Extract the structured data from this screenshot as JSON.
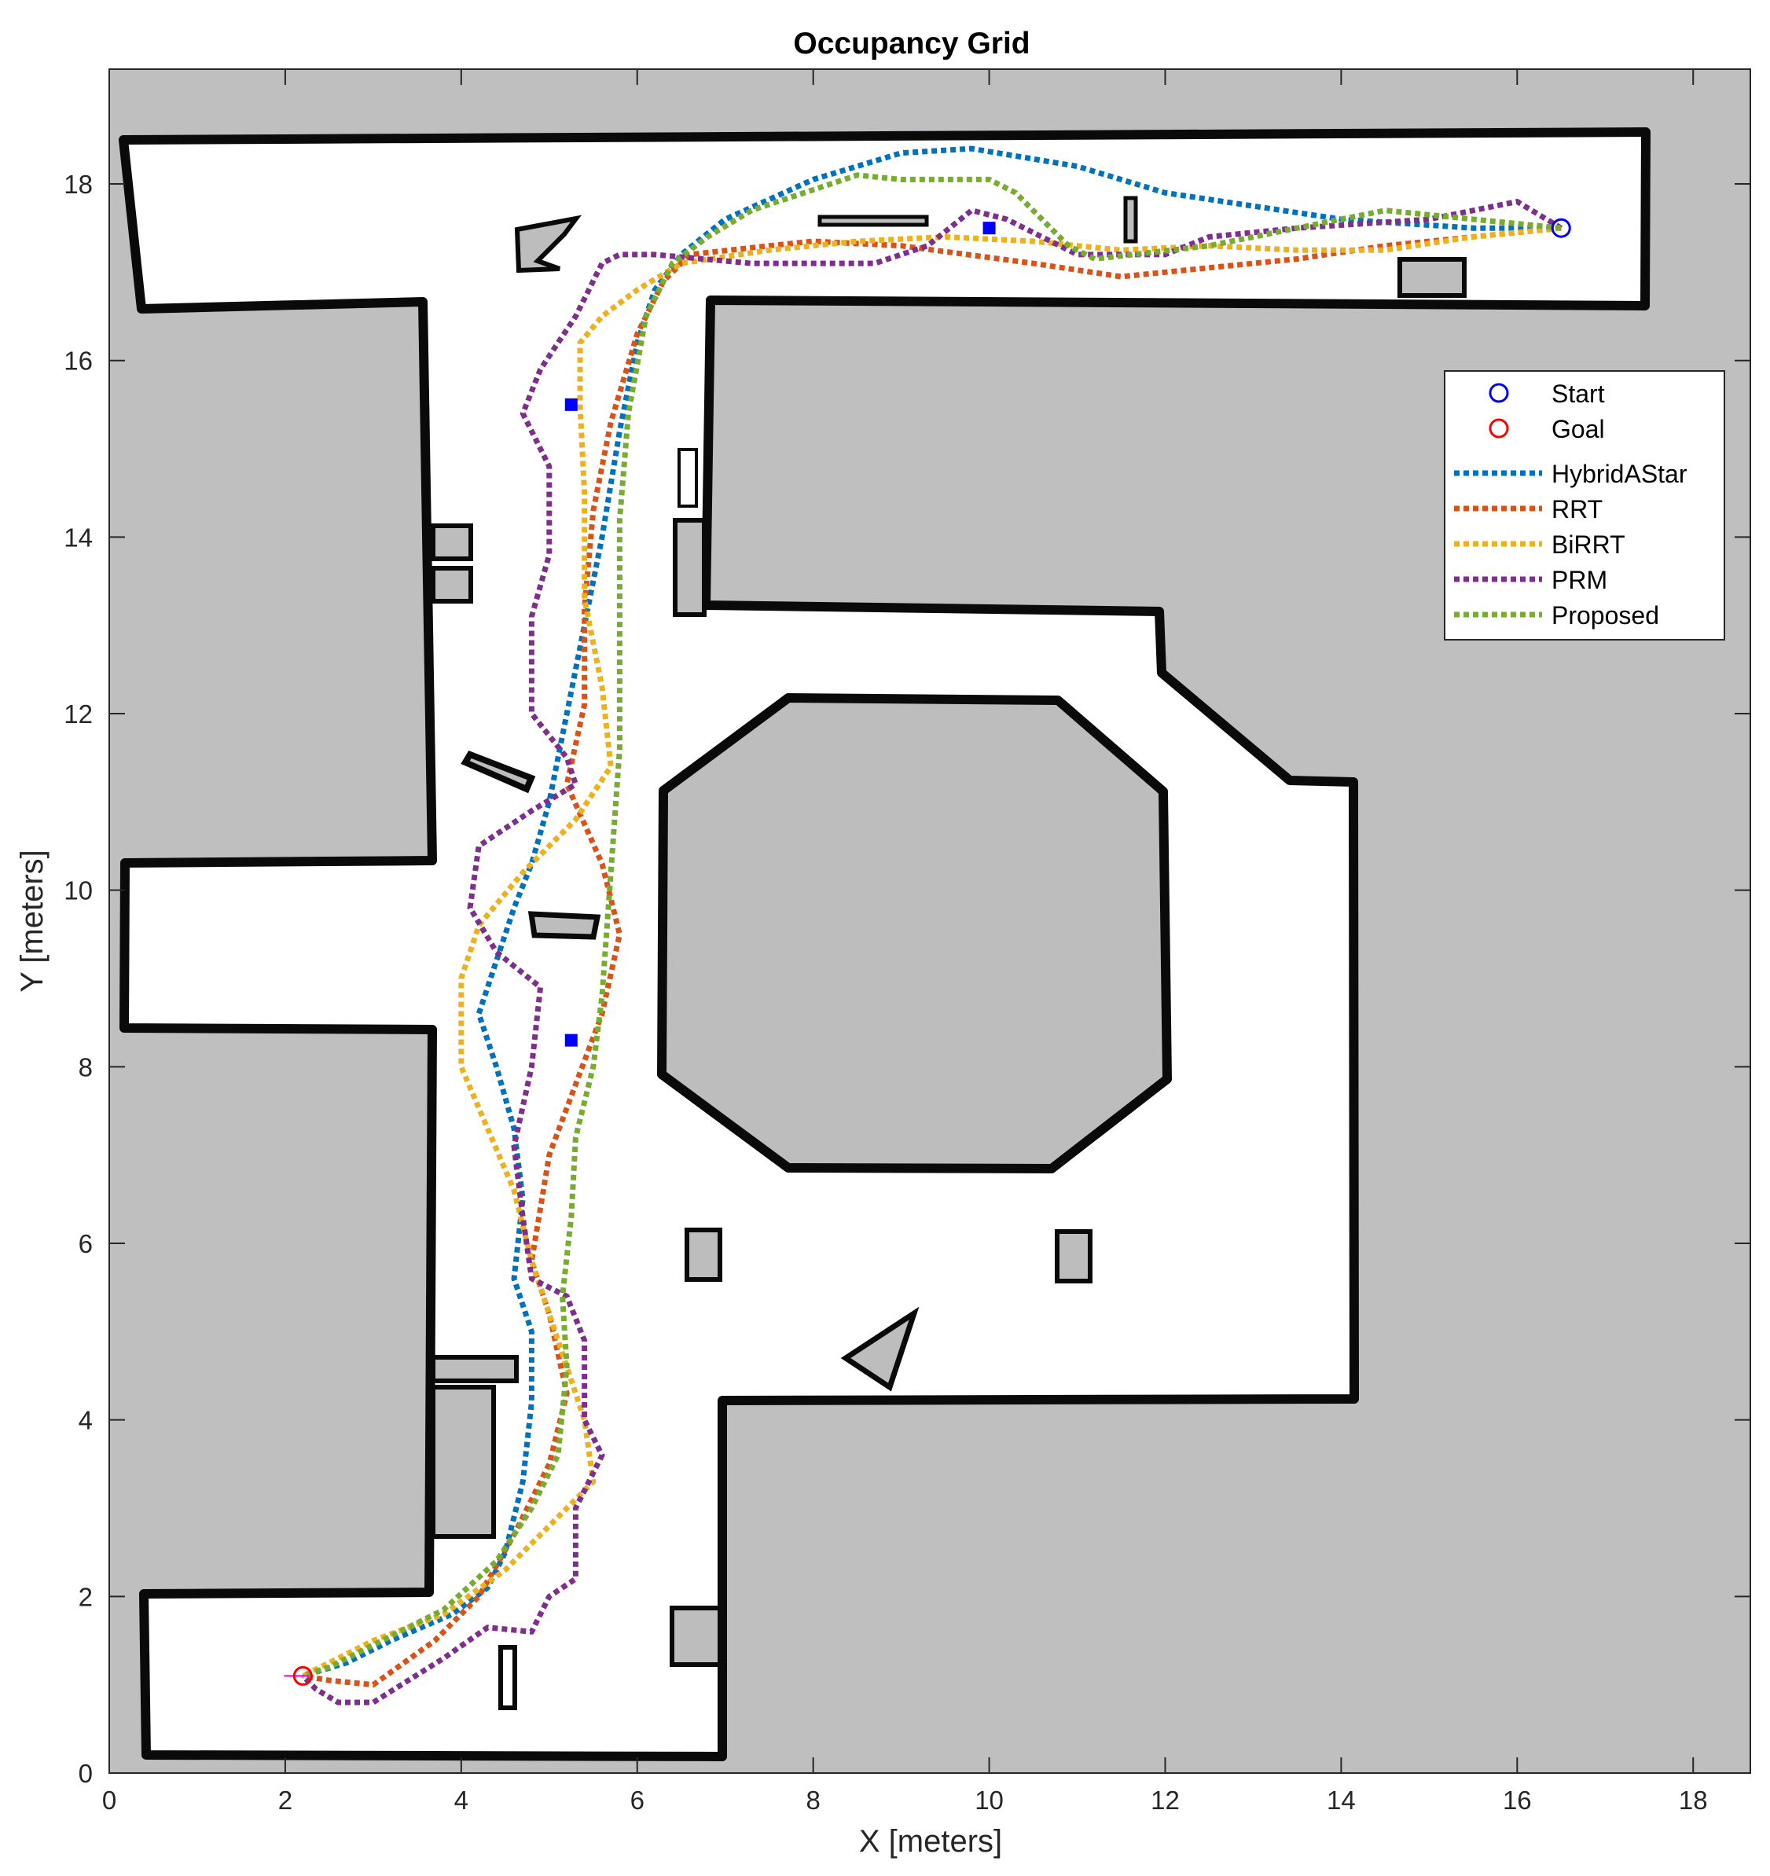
{
  "chart_data": {
    "type": "line",
    "title": "Occupancy Grid",
    "xlabel": "X [meters]",
    "ylabel": "Y [meters]",
    "xlim": [
      0,
      18.65
    ],
    "ylim": [
      0,
      19.3
    ],
    "xticks": [
      0,
      2,
      4,
      6,
      8,
      10,
      12,
      14,
      16,
      18
    ],
    "yticks": [
      0,
      2,
      4,
      6,
      8,
      10,
      12,
      14,
      16,
      18
    ],
    "grid": false,
    "legend_position": "top-right",
    "colors": {
      "free_space": "#ffffff",
      "unknown_space": "#bfbfbf",
      "wall": "#0a0a0a",
      "obstacle_fill": "#bdbdbd",
      "start": "#0000ff",
      "goal": "#ff0000",
      "waypoint": "#0000ff"
    },
    "markers": [
      {
        "name": "Start",
        "x": 16.5,
        "y": 17.5,
        "color": "#0000ff",
        "shape": "circle"
      },
      {
        "name": "Goal",
        "x": 2.2,
        "y": 1.1,
        "color": "#ff0000",
        "shape": "circle"
      }
    ],
    "waypoints": [
      {
        "x": 5.25,
        "y": 15.5
      },
      {
        "x": 10.0,
        "y": 17.5
      },
      {
        "x": 5.25,
        "y": 8.3
      }
    ],
    "series": [
      {
        "name": "HybridAStar",
        "color": "#0072bd",
        "points": [
          [
            16.5,
            17.5
          ],
          [
            15.5,
            17.5
          ],
          [
            14.0,
            17.6
          ],
          [
            12.0,
            17.9
          ],
          [
            11.0,
            18.2
          ],
          [
            9.8,
            18.4
          ],
          [
            9.0,
            18.35
          ],
          [
            8.0,
            18.05
          ],
          [
            7.0,
            17.6
          ],
          [
            6.5,
            17.2
          ],
          [
            6.2,
            16.8
          ],
          [
            6.0,
            16.2
          ],
          [
            5.8,
            15.2
          ],
          [
            5.6,
            14.0
          ],
          [
            5.4,
            13.0
          ],
          [
            5.2,
            12.0
          ],
          [
            5.0,
            11.0
          ],
          [
            4.8,
            10.3
          ],
          [
            4.6,
            9.8
          ],
          [
            4.4,
            9.2
          ],
          [
            4.2,
            8.6
          ],
          [
            4.4,
            8.0
          ],
          [
            4.6,
            7.3
          ],
          [
            4.7,
            6.5
          ],
          [
            4.6,
            5.6
          ],
          [
            4.8,
            5.0
          ],
          [
            4.8,
            4.2
          ],
          [
            4.7,
            3.3
          ],
          [
            4.5,
            2.5
          ],
          [
            4.3,
            2.1
          ],
          [
            3.9,
            1.8
          ],
          [
            3.2,
            1.5
          ],
          [
            2.7,
            1.25
          ],
          [
            2.2,
            1.1
          ]
        ]
      },
      {
        "name": "RRT",
        "color": "#d95319",
        "points": [
          [
            16.5,
            17.5
          ],
          [
            15.5,
            17.4
          ],
          [
            14.5,
            17.3
          ],
          [
            13.5,
            17.15
          ],
          [
            12.5,
            17.05
          ],
          [
            11.5,
            16.95
          ],
          [
            10.5,
            17.1
          ],
          [
            9.0,
            17.3
          ],
          [
            8.0,
            17.35
          ],
          [
            7.5,
            17.3
          ],
          [
            6.6,
            17.2
          ],
          [
            6.3,
            16.9
          ],
          [
            6.0,
            16.3
          ],
          [
            5.7,
            15.3
          ],
          [
            5.5,
            14.3
          ],
          [
            5.4,
            13.2
          ],
          [
            5.4,
            12.1
          ],
          [
            5.2,
            11.2
          ],
          [
            5.6,
            10.3
          ],
          [
            5.8,
            9.5
          ],
          [
            5.6,
            8.6
          ],
          [
            5.3,
            7.8
          ],
          [
            5.0,
            7.0
          ],
          [
            4.9,
            6.4
          ],
          [
            4.8,
            5.8
          ],
          [
            5.0,
            5.2
          ],
          [
            5.2,
            4.3
          ],
          [
            5.0,
            3.5
          ],
          [
            4.6,
            2.7
          ],
          [
            4.2,
            2.0
          ],
          [
            3.7,
            1.5
          ],
          [
            3.0,
            1.0
          ],
          [
            2.5,
            1.05
          ],
          [
            2.2,
            1.1
          ]
        ]
      },
      {
        "name": "BiRRT",
        "color": "#edb120",
        "points": [
          [
            16.5,
            17.5
          ],
          [
            15.5,
            17.4
          ],
          [
            14.5,
            17.25
          ],
          [
            13.5,
            17.25
          ],
          [
            12.5,
            17.3
          ],
          [
            11.5,
            17.25
          ],
          [
            10.5,
            17.35
          ],
          [
            9.5,
            17.4
          ],
          [
            8.5,
            17.35
          ],
          [
            7.5,
            17.25
          ],
          [
            6.5,
            17.1
          ],
          [
            6.0,
            16.8
          ],
          [
            5.6,
            16.5
          ],
          [
            5.35,
            16.2
          ],
          [
            5.35,
            15.5
          ],
          [
            5.4,
            14.5
          ],
          [
            5.4,
            13.3
          ],
          [
            5.6,
            12.3
          ],
          [
            5.7,
            11.4
          ],
          [
            5.3,
            10.8
          ],
          [
            4.7,
            10.2
          ],
          [
            4.2,
            9.6
          ],
          [
            4.0,
            9.0
          ],
          [
            4.0,
            8.0
          ],
          [
            4.3,
            7.3
          ],
          [
            4.6,
            6.6
          ],
          [
            4.8,
            5.8
          ],
          [
            5.0,
            5.2
          ],
          [
            5.2,
            4.6
          ],
          [
            5.4,
            4.0
          ],
          [
            5.5,
            3.3
          ],
          [
            5.0,
            2.8
          ],
          [
            4.5,
            2.3
          ],
          [
            3.8,
            1.8
          ],
          [
            3.0,
            1.5
          ],
          [
            2.5,
            1.25
          ],
          [
            2.2,
            1.1
          ]
        ]
      },
      {
        "name": "PRM",
        "color": "#7e2f8e",
        "points": [
          [
            16.5,
            17.5
          ],
          [
            16.0,
            17.8
          ],
          [
            15.0,
            17.6
          ],
          [
            13.5,
            17.5
          ],
          [
            12.5,
            17.4
          ],
          [
            12.0,
            17.2
          ],
          [
            11.0,
            17.2
          ],
          [
            10.6,
            17.4
          ],
          [
            10.2,
            17.6
          ],
          [
            9.8,
            17.7
          ],
          [
            9.3,
            17.3
          ],
          [
            8.7,
            17.1
          ],
          [
            8.1,
            17.1
          ],
          [
            7.3,
            17.1
          ],
          [
            6.2,
            17.2
          ],
          [
            5.8,
            17.2
          ],
          [
            5.6,
            17.1
          ],
          [
            5.3,
            16.5
          ],
          [
            4.9,
            15.9
          ],
          [
            4.7,
            15.4
          ],
          [
            5.0,
            14.8
          ],
          [
            5.0,
            13.8
          ],
          [
            4.8,
            13.1
          ],
          [
            4.8,
            12.0
          ],
          [
            5.2,
            11.5
          ],
          [
            5.3,
            11.2
          ],
          [
            4.8,
            10.9
          ],
          [
            4.2,
            10.5
          ],
          [
            4.1,
            9.8
          ],
          [
            4.4,
            9.3
          ],
          [
            4.9,
            8.9
          ],
          [
            4.8,
            8.0
          ],
          [
            4.6,
            7.1
          ],
          [
            4.7,
            6.3
          ],
          [
            4.8,
            5.6
          ],
          [
            5.2,
            5.4
          ],
          [
            5.4,
            4.9
          ],
          [
            5.4,
            4.0
          ],
          [
            5.6,
            3.6
          ],
          [
            5.3,
            3.0
          ],
          [
            5.3,
            2.2
          ],
          [
            5.0,
            2.0
          ],
          [
            4.8,
            1.6
          ],
          [
            4.3,
            1.65
          ],
          [
            3.8,
            1.3
          ],
          [
            3.0,
            0.8
          ],
          [
            2.6,
            0.8
          ],
          [
            2.35,
            0.95
          ],
          [
            2.2,
            1.1
          ]
        ]
      },
      {
        "name": "Proposed",
        "color": "#77ac30",
        "points": [
          [
            16.5,
            17.5
          ],
          [
            15.5,
            17.6
          ],
          [
            14.5,
            17.7
          ],
          [
            13.5,
            17.5
          ],
          [
            12.5,
            17.3
          ],
          [
            11.2,
            17.15
          ],
          [
            10.9,
            17.3
          ],
          [
            10.6,
            17.6
          ],
          [
            10.3,
            17.9
          ],
          [
            10.0,
            18.05
          ],
          [
            9.0,
            18.05
          ],
          [
            8.5,
            18.1
          ],
          [
            7.3,
            17.7
          ],
          [
            6.8,
            17.4
          ],
          [
            6.4,
            17.1
          ],
          [
            6.1,
            16.5
          ],
          [
            5.9,
            15.4
          ],
          [
            5.8,
            14.2
          ],
          [
            5.8,
            13.0
          ],
          [
            5.8,
            11.6
          ],
          [
            5.7,
            10.2
          ],
          [
            5.6,
            8.8
          ],
          [
            5.5,
            8.0
          ],
          [
            5.3,
            7.2
          ],
          [
            5.25,
            6.3
          ],
          [
            5.15,
            5.4
          ],
          [
            5.2,
            4.6
          ],
          [
            5.1,
            3.6
          ],
          [
            4.8,
            3.0
          ],
          [
            4.4,
            2.4
          ],
          [
            3.8,
            1.85
          ],
          [
            3.0,
            1.45
          ],
          [
            2.5,
            1.2
          ],
          [
            2.2,
            1.1
          ]
        ]
      }
    ],
    "legend_entries": [
      "Start",
      "Goal",
      "HybridAStar",
      "RRT",
      "BiRRT",
      "PRM",
      "Proposed"
    ]
  }
}
